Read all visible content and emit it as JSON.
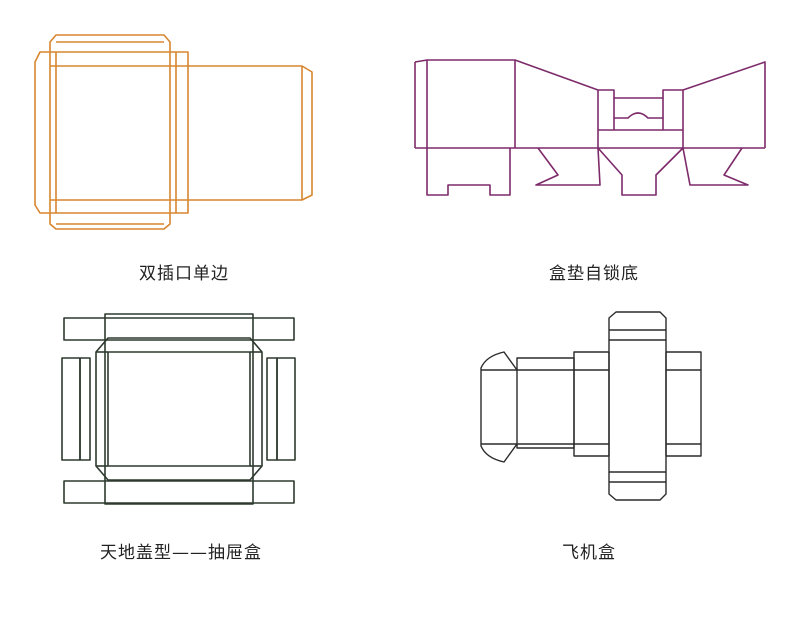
{
  "diagrams": [
    {
      "id": "double-tuck",
      "label": "双插口单边",
      "color": "#d7862f"
    },
    {
      "id": "crash-lock",
      "label": "盒垫自锁底",
      "color": "#7d2a6b"
    },
    {
      "id": "drawer-box",
      "label": "天地盖型——抽屉盒",
      "color": "#2e3a2f"
    },
    {
      "id": "mailer-box",
      "label": "飞机盒",
      "color": "#2b2b2b"
    }
  ]
}
